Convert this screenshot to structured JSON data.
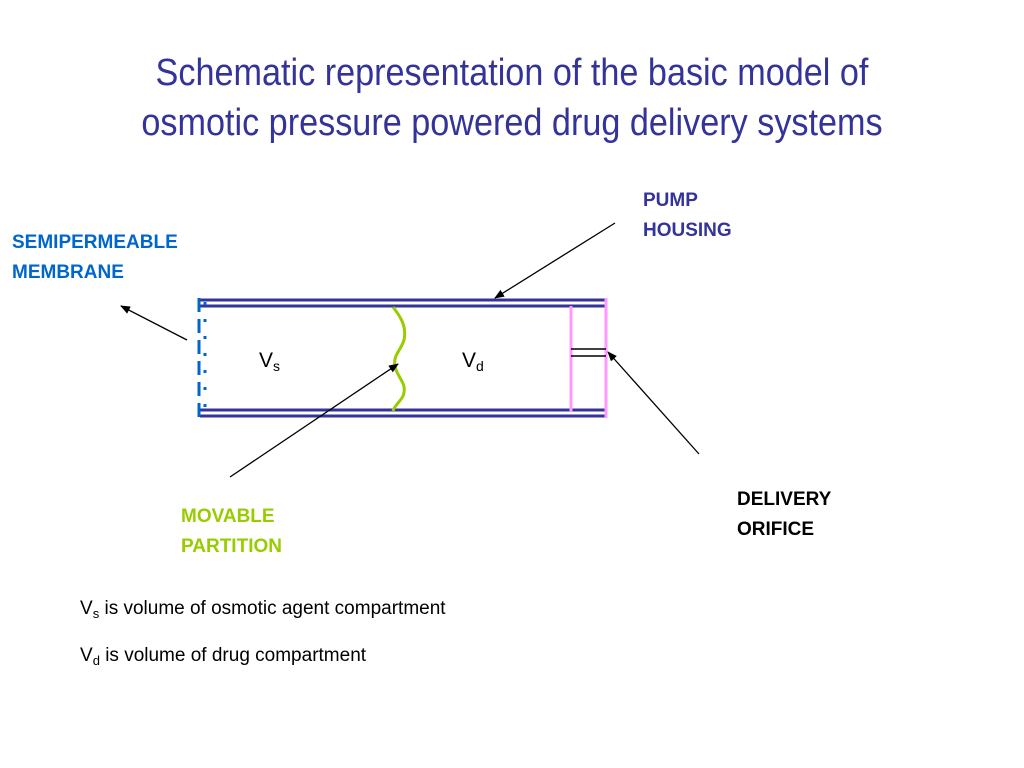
{
  "title": {
    "line1": "Schematic representation of the basic model of",
    "line2": "osmotic pressure powered drug delivery systems"
  },
  "labels": {
    "membrane": [
      "SEMIPERMEABLE",
      "MEMBRANE"
    ],
    "housing": [
      "PUMP",
      "HOUSING"
    ],
    "partition": [
      "MOVABLE",
      "PARTITION"
    ],
    "orifice": [
      "DELIVERY",
      "ORIFICE"
    ]
  },
  "compartments": {
    "vs": {
      "main": "V",
      "sub": "s"
    },
    "vd": {
      "main": "V",
      "sub": "d"
    }
  },
  "legend": [
    {
      "main": "V",
      "sub": "s",
      "text": " is volume of osmotic agent compartment"
    },
    {
      "main": "V",
      "sub": "d",
      "text": " is volume of drug compartment"
    }
  ],
  "colors": {
    "title": "#333399",
    "housing": "#333399",
    "membrane": "#0066cc",
    "partition": "#99cc00",
    "orifice_wall": "#ff99ff"
  }
}
